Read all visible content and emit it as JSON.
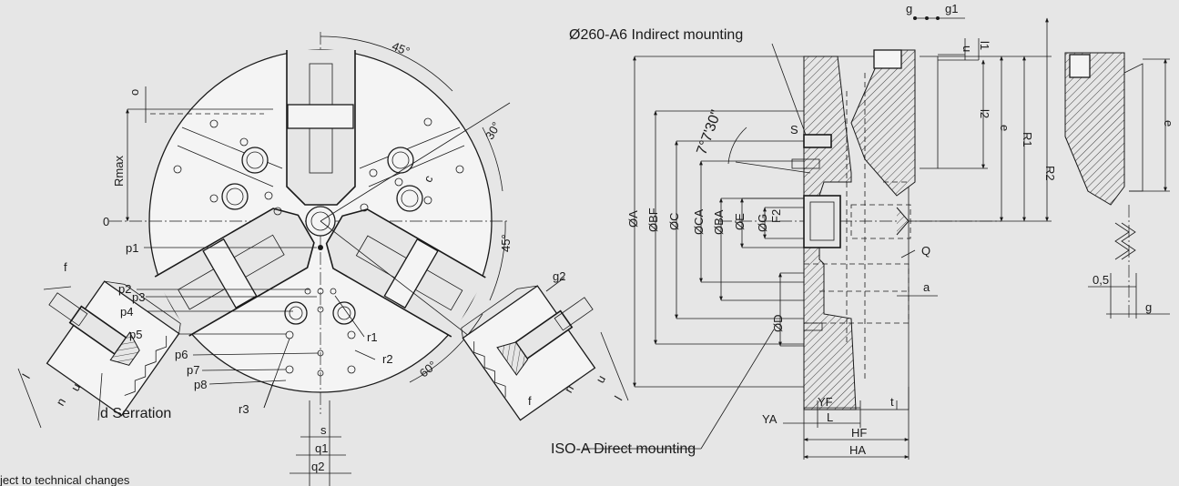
{
  "front_view": {
    "labels": {
      "angle_45_top": "45°",
      "angle_30": "30°",
      "angle_45_right": "45°",
      "angle_60": "60°",
      "rmax": "Rmax",
      "zero": "0",
      "o": "o",
      "c": "c",
      "p1": "p1",
      "p2": "p2",
      "p3": "p3",
      "p4": "p4",
      "p5": "p5",
      "p6": "p6",
      "p7": "p7",
      "p8": "p8",
      "r1": "r1",
      "r2": "r2",
      "r3": "r3",
      "s": "s",
      "q1": "q1",
      "q2": "q2"
    }
  },
  "jaw_left": {
    "labels": {
      "f": "f",
      "l": "l",
      "u": "u",
      "n": "n",
      "serration": "d Serration"
    }
  },
  "jaw_right": {
    "labels": {
      "g2": "g2",
      "f": "f",
      "n": "n",
      "l": "l",
      "u": "u"
    }
  },
  "side_view": {
    "callout_top": "Ø260-A6 Indirect mounting",
    "callout_bottom": "ISO-A Direct mounting",
    "angle": "7°7'30\"",
    "diameters": [
      "ØA",
      "ØBF",
      "ØC",
      "ØCA",
      "ØBA",
      "ØE",
      "ØG",
      "F2",
      "ØD"
    ],
    "labels": {
      "S": "S",
      "Q": "Q",
      "a": "a",
      "t": "t",
      "YF": "YF",
      "L": "L",
      "YA": "YA",
      "HF": "HF",
      "HA": "HA",
      "g": "g",
      "g1": "g1",
      "u": "u",
      "l1": "l1",
      "l2": "l2",
      "e": "e",
      "R1": "R1",
      "R2": "R2"
    }
  },
  "detail_view": {
    "labels": {
      "e": "e",
      "half": "0,5",
      "g": "g"
    }
  },
  "footer_note": "ject to technical changes"
}
